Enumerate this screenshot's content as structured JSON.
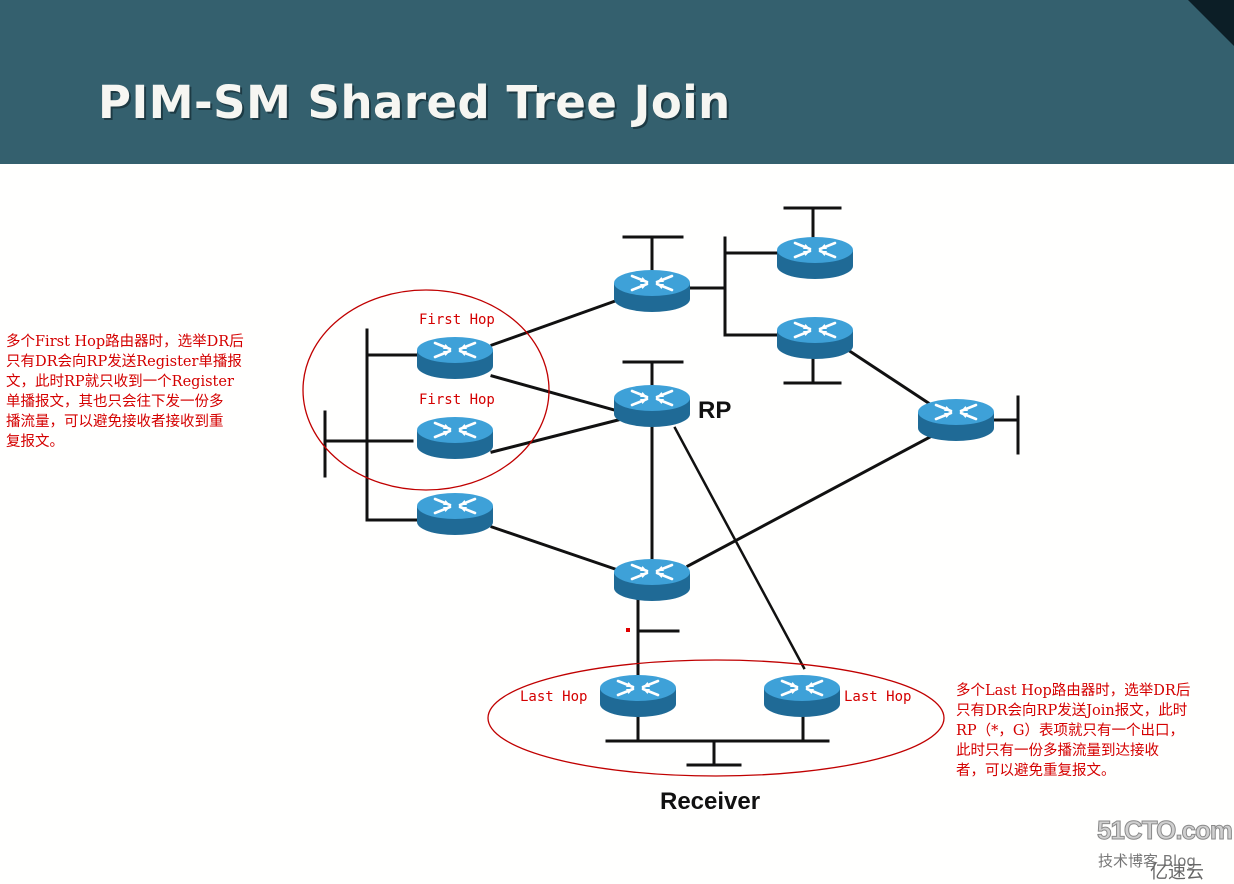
{
  "title": "PIM-SM Shared Tree Join",
  "labels": {
    "first_hop_1": "First Hop",
    "first_hop_2": "First Hop",
    "last_hop_1": "Last Hop",
    "last_hop_2": "Last Hop",
    "rp": "RP",
    "receiver": "Receiver"
  },
  "notes": {
    "left": [
      "多个First Hop路由器时，选举DR后",
      "只有DR会向RP发送Register单播报",
      "文，此时RP就只收到一个Register",
      "单播报文，其也只会往下发一份多",
      "播流量，可以避免接收者接收到重",
      "复报文。"
    ],
    "right": [
      "多个Last Hop路由器时，选举DR后",
      "只有DR会向RP发送Join报文，此时",
      "RP（*，G）表项就只有一个出口，",
      "此时只有一份多播流量到达接收",
      "者，可以避免重复报文。"
    ]
  },
  "watermark": {
    "brand": "51CTO.com",
    "sub": "技术博客  Blog",
    "sub2": "亿速云"
  },
  "colors": {
    "header": "#34606e",
    "router": "#2f8fc8",
    "note_text": "#d40000",
    "ellipse": "#c00000"
  },
  "icons": {
    "router": "router-icon"
  }
}
